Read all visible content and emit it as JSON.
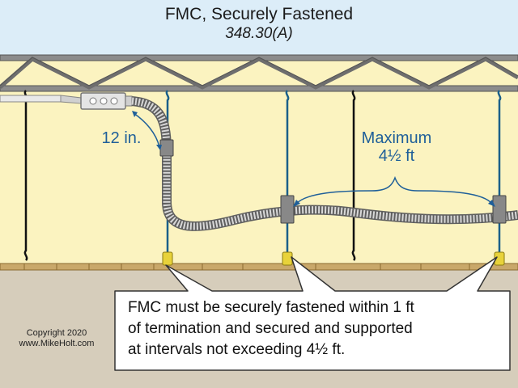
{
  "title": "FMC, Securely Fastened",
  "subtitle": "348.30(A)",
  "dim_12in": "12 in.",
  "dim_max_line1": "Maximum",
  "dim_max_line2": "4½ ft",
  "callout": {
    "line1": "FMC must be securely fastened within 1 ft",
    "line2": "of termination and secured and supported",
    "line3": "at intervals not exceeding 4½ ft."
  },
  "copyright": {
    "line1": "Copyright 2020",
    "line2": "www.MikeHolt.com"
  },
  "colors": {
    "sky": "#dcedf8",
    "wall": "#fbf3c0",
    "ground": "#d6cdbb",
    "truss": "#777777",
    "dimension": "#1f5f99",
    "strap": "#888888",
    "hanger_yellow": "#e8d23a"
  },
  "icons": [
    "junction-box-icon",
    "conduit-strap-icon",
    "support-wire-icon",
    "ceiling-truss-icon"
  ]
}
